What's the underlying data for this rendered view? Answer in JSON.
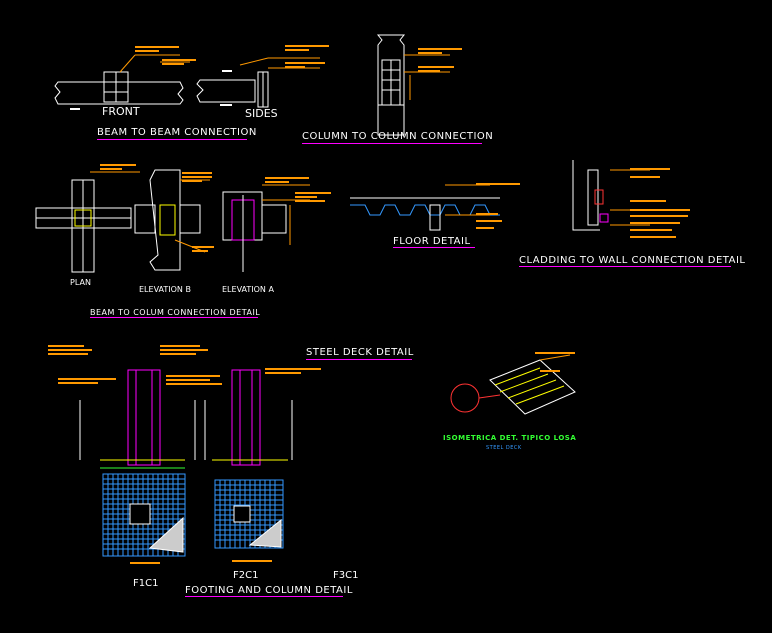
{
  "titles": {
    "beam_to_beam": "BEAM TO BEAM CONNECTION",
    "column_to_column": "COLUMN TO COLUMN CONNECTION",
    "floor_detail": "FLOOR  DETAIL",
    "cladding": "CLADDING TO WALL CONNECTION DETAIL",
    "beam_to_column": "BEAM TO COLUM CONNECTION DETAIL",
    "steel_deck": "STEEL DECK DETAIL",
    "footing": "FOOTING AND COLUMN DETAIL",
    "isometric": "ISOMETRICA DET. TIPICO LOSA"
  },
  "subtitles": {
    "isometric": "STEEL DECK"
  },
  "labels": {
    "front": "FRONT",
    "sides": "SIDES",
    "plan": "PLAN",
    "elev_b": "ELEVATION B",
    "elev_a": "ELEVATION A",
    "f1c1": "F1C1",
    "f2c1": "F2C1",
    "f3c1": "F3C1"
  },
  "colors": {
    "background": "#000000",
    "linework": "#ffffff",
    "title_underline": "#ff00ff",
    "annotation": "#ff9900",
    "rebar": "#cc33ff",
    "mesh": "#3399ff",
    "isometric_title": "#33ff33",
    "highlight": "#ffff00",
    "alert": "#ff3333"
  }
}
